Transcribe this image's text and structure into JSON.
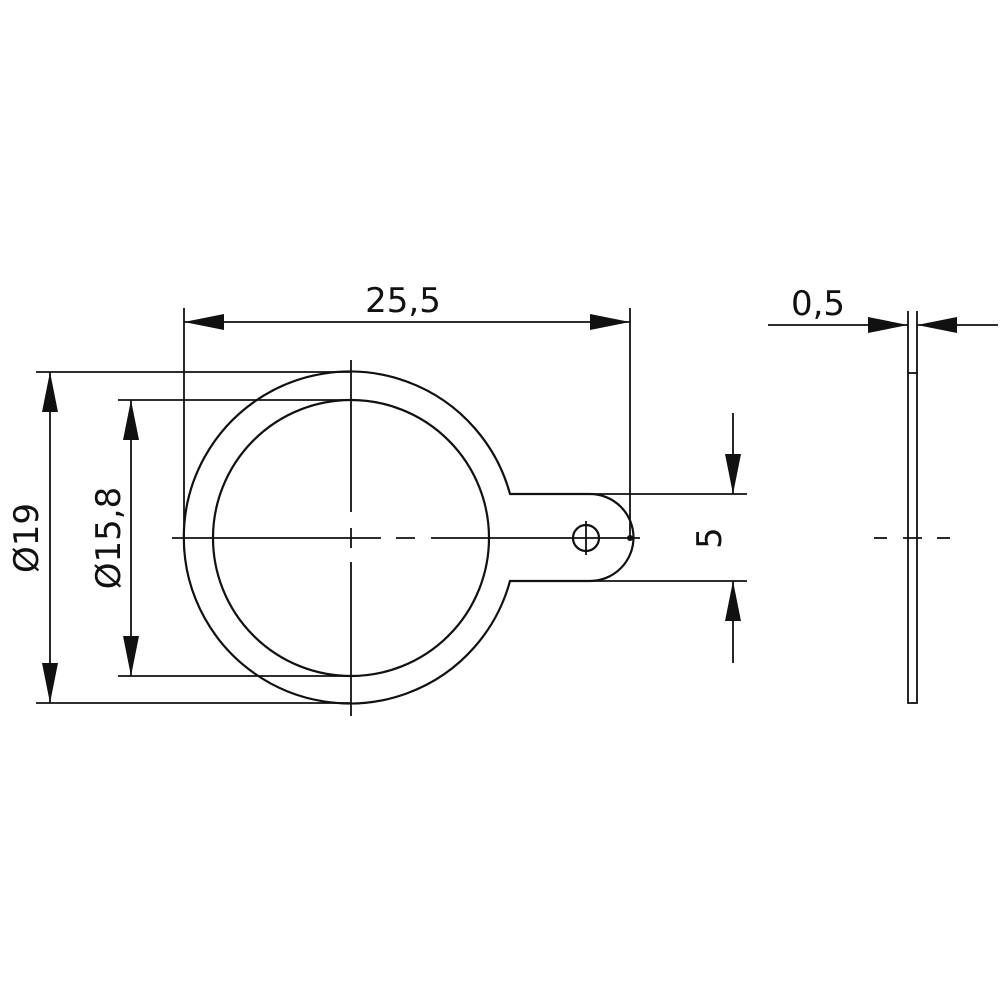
{
  "drawing": {
    "type": "technical-drawing",
    "part": "ring terminal / washer with tab",
    "units": "mm",
    "colors": {
      "line": "#111111",
      "background": "#ffffff"
    }
  },
  "dimensions": {
    "overall_length": "25,5",
    "outer_diameter": "Ø19",
    "inner_diameter": "Ø15,8",
    "tab_width": "5",
    "thickness": "0,5"
  },
  "views": [
    {
      "name": "front-view",
      "features": [
        "outer-circle",
        "inner-circle",
        "tab",
        "tab-hole",
        "centerlines"
      ]
    },
    {
      "name": "side-view",
      "features": [
        "thickness-profile",
        "centerline"
      ]
    }
  ]
}
